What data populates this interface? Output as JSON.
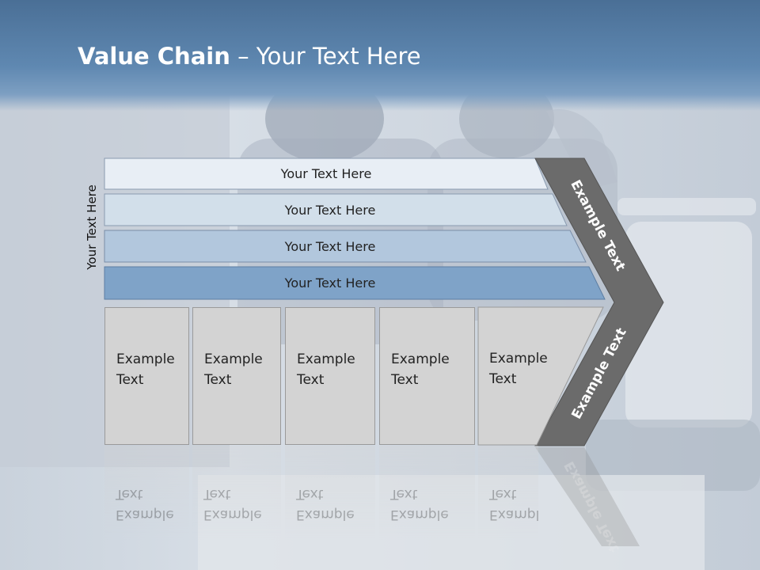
{
  "title": {
    "bold": "Value Chain",
    "rest": " – Your Text Here"
  },
  "side_label": "Your Text Here",
  "rows": [
    {
      "label": "Your Text Here"
    },
    {
      "label": "Your Text Here"
    },
    {
      "label": "Your Text Here"
    },
    {
      "label": "Your Text Here"
    }
  ],
  "boxes": [
    {
      "label": "Example\nText"
    },
    {
      "label": "Example\nText"
    },
    {
      "label": "Example\nText"
    },
    {
      "label": "Example\nText"
    },
    {
      "label": "Example\nText"
    }
  ],
  "chevron": {
    "upper": "Example Text",
    "lower": "Example Text"
  },
  "colors": {
    "header": "#5f88b1",
    "row1": "#e8eef5",
    "row2": "#d2dfea",
    "row3": "#b2c7dd",
    "row4": "#7fa3c8",
    "box": "#d3d3d3",
    "chevron": "#6b6b6b"
  }
}
